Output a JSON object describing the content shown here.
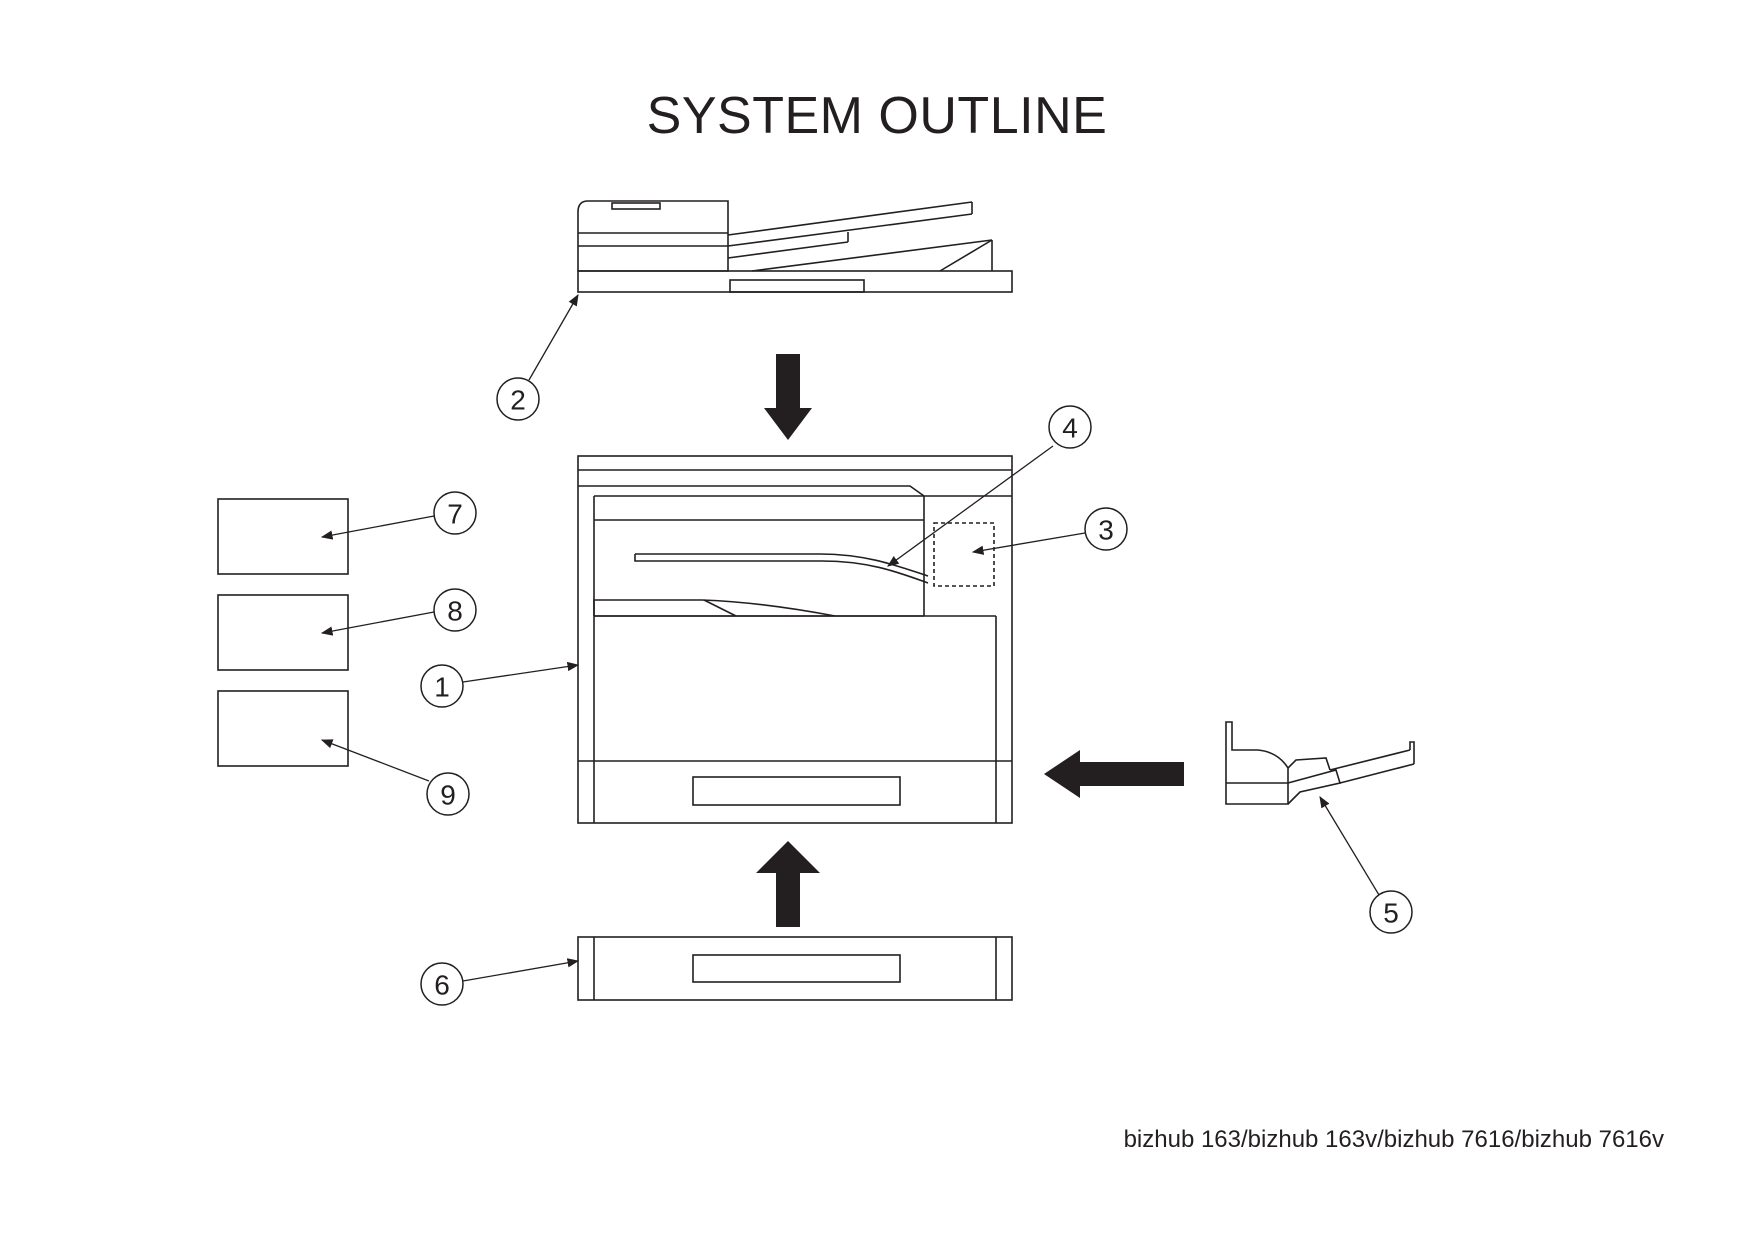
{
  "title": "SYSTEM OUTLINE",
  "footer": "bizhub 163/bizhub 163v/bizhub 7616/bizhub 7616v",
  "callouts": [
    {
      "id": "1",
      "label": "1"
    },
    {
      "id": "2",
      "label": "2"
    },
    {
      "id": "3",
      "label": "3"
    },
    {
      "id": "4",
      "label": "4"
    },
    {
      "id": "5",
      "label": "5"
    },
    {
      "id": "6",
      "label": "6"
    },
    {
      "id": "7",
      "label": "7"
    },
    {
      "id": "8",
      "label": "8"
    },
    {
      "id": "9",
      "label": "9"
    }
  ],
  "colors": {
    "line": "#231f20",
    "arrow_fill": "#231f20",
    "background": "#ffffff"
  }
}
